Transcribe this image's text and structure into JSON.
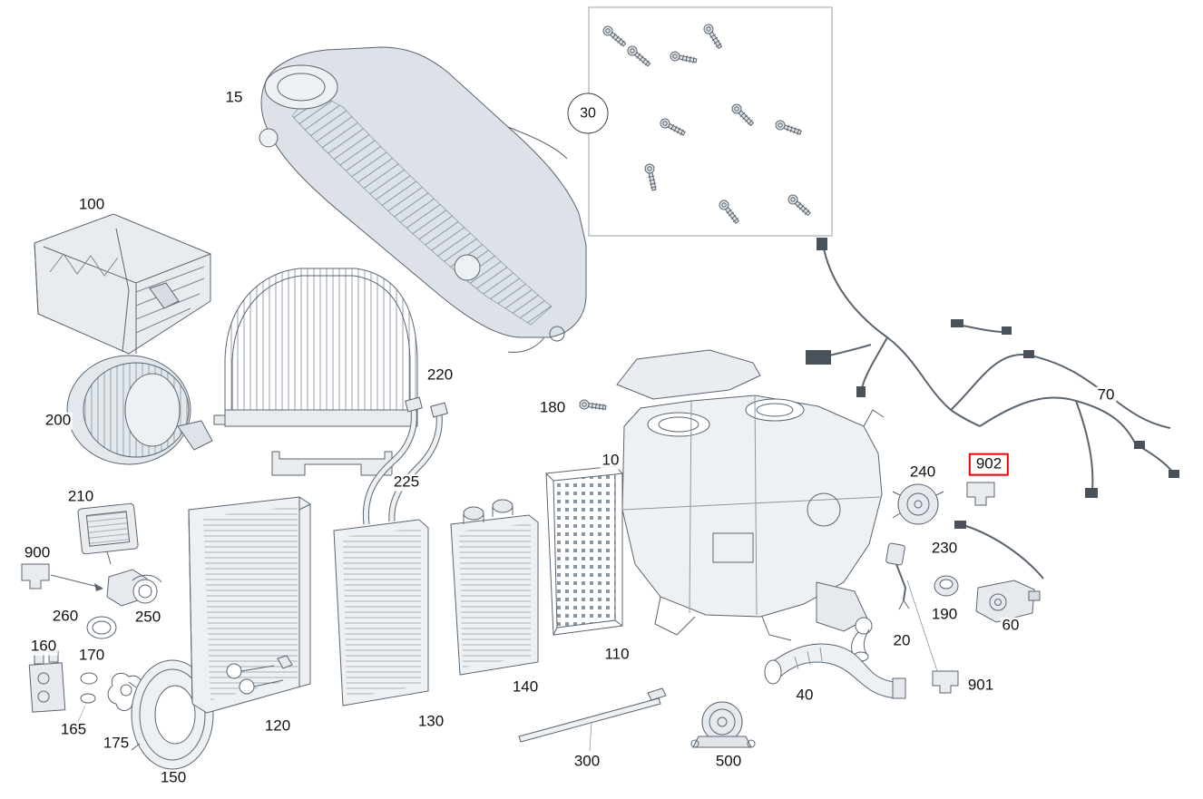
{
  "diagram": {
    "type": "exploded-parts-diagram",
    "subject": "Automotive HVAC / heater air-conditioning unit exploded parts view",
    "background": "#ffffff",
    "colors": {
      "line": "#5a6570",
      "secondary_line": "#8a97a3",
      "label_text": "#111111",
      "highlight": "#ee0000",
      "inset_border": "#9aa0a6",
      "connector_dark": "#49525a"
    },
    "selected_part": "902",
    "inset": {
      "label": "30",
      "style": "circled"
    },
    "parts": [
      {
        "label": "15"
      },
      {
        "label": "30",
        "circled": true
      },
      {
        "label": "100"
      },
      {
        "label": "200"
      },
      {
        "label": "220"
      },
      {
        "label": "180"
      },
      {
        "label": "225"
      },
      {
        "label": "10"
      },
      {
        "label": "210"
      },
      {
        "label": "900"
      },
      {
        "label": "260"
      },
      {
        "label": "250"
      },
      {
        "label": "160"
      },
      {
        "label": "170"
      },
      {
        "label": "165"
      },
      {
        "label": "175"
      },
      {
        "label": "150"
      },
      {
        "label": "120"
      },
      {
        "label": "130"
      },
      {
        "label": "140"
      },
      {
        "label": "110"
      },
      {
        "label": "300"
      },
      {
        "label": "500"
      },
      {
        "label": "40"
      },
      {
        "label": "20"
      },
      {
        "label": "190"
      },
      {
        "label": "230"
      },
      {
        "label": "240"
      },
      {
        "label": "902",
        "highlighted": true
      },
      {
        "label": "60"
      },
      {
        "label": "901"
      },
      {
        "label": "70"
      }
    ]
  }
}
